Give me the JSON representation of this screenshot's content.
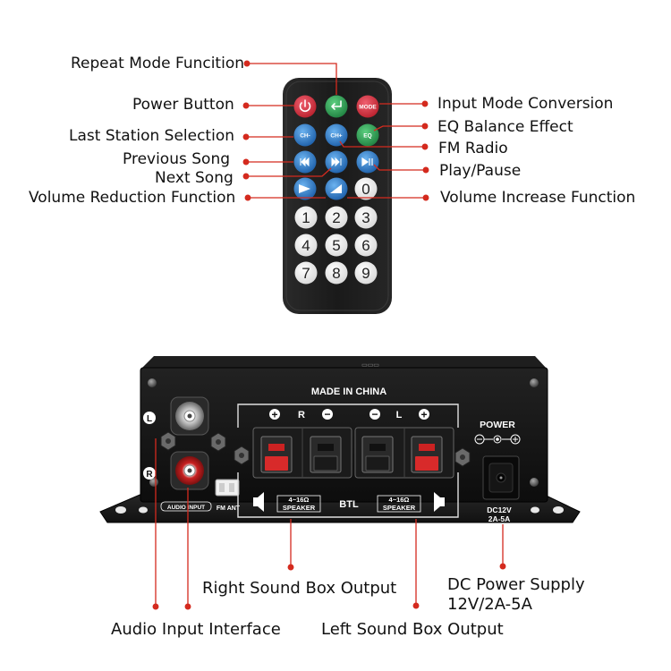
{
  "labels": {
    "repeat_mode": "Repeat Mode Funcition",
    "power_button": "Power Button",
    "last_station": "Last Station Selection",
    "previous_song": "Previous Song",
    "next_song": "Next Song",
    "volume_reduction": "Volume Reduction Function",
    "input_mode": "Input Mode Conversion",
    "eq_balance": "EQ Balance Effect",
    "fm_radio": "FM Radio",
    "play_pause": "Play/Pause",
    "volume_increase": "Volume Increase Function",
    "right_output": "Right Sound Box Output",
    "dc_power_line1": "DC Power Supply",
    "dc_power_line2": "12V/2A-5A",
    "audio_input": "Audio Input Interface",
    "left_output": "Left Sound Box Output"
  },
  "remote": {
    "mode_button": "MODE",
    "ch_minus": "CH-",
    "ch_plus": "CH+",
    "eq_button": "EQ",
    "digits": [
      "0",
      "1",
      "2",
      "3",
      "4",
      "5",
      "6",
      "7",
      "8",
      "9"
    ]
  },
  "amplifier": {
    "made_in": "MADE IN CHINA",
    "left_channel_badge": "L",
    "right_channel_badge": "R",
    "audio_input_label": "AUDIO INPUT",
    "fm_ant_label": "FM ANT",
    "terminal_plus": "+",
    "terminal_minus": "−",
    "terminal_r": "R",
    "terminal_l": "L",
    "speaker_impedance": "4~16Ω",
    "speaker_label": "SPEAKER",
    "btl_label": "BTL",
    "power_label": "POWER",
    "dc_rating_line1": "DC12V",
    "dc_rating_line2": "2A-5A"
  },
  "colors": {
    "callout_red": "#d42a1e",
    "power_button_red": "#d6303a",
    "repeat_button_green": "#2e9e52",
    "blue_button": "#2a7cc8",
    "remote_body": "#1c1c1c",
    "amp_body": "#141414"
  }
}
